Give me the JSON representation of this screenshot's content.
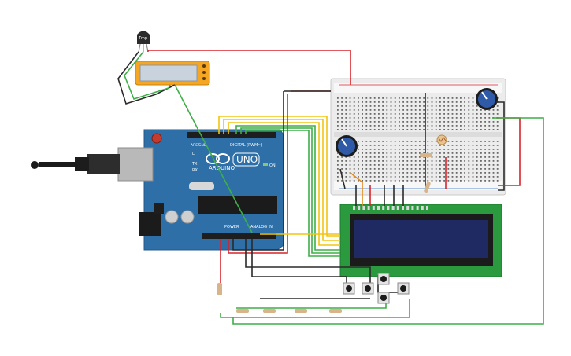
{
  "temp_sensor": {
    "label": "Tmp"
  },
  "arduino": {
    "brand": "ARDUINO",
    "model": "UNO",
    "on_label": "ON",
    "tx_label": "TX",
    "rx_label": "RX",
    "l_label": "L",
    "digital_label": "DIGITAL (PWM~)",
    "power_label": "POWER",
    "analog_label": "ANALOG IN",
    "aref_label": "AREF",
    "gnd_label": "GND"
  },
  "colors": {
    "board": "#2e6fa7",
    "breadboard": "#ececec",
    "lcd_pcb": "#2b9a3f",
    "lcd_screen": "#1f2a63",
    "wire_red": "#d8242a",
    "wire_black": "#2a2a2a",
    "wire_green": "#3fae49",
    "wire_yellow": "#f2c511",
    "wire_orange": "#e38a1c",
    "potentiometer": "#2f5aa8",
    "display_module": "#f5a623"
  }
}
